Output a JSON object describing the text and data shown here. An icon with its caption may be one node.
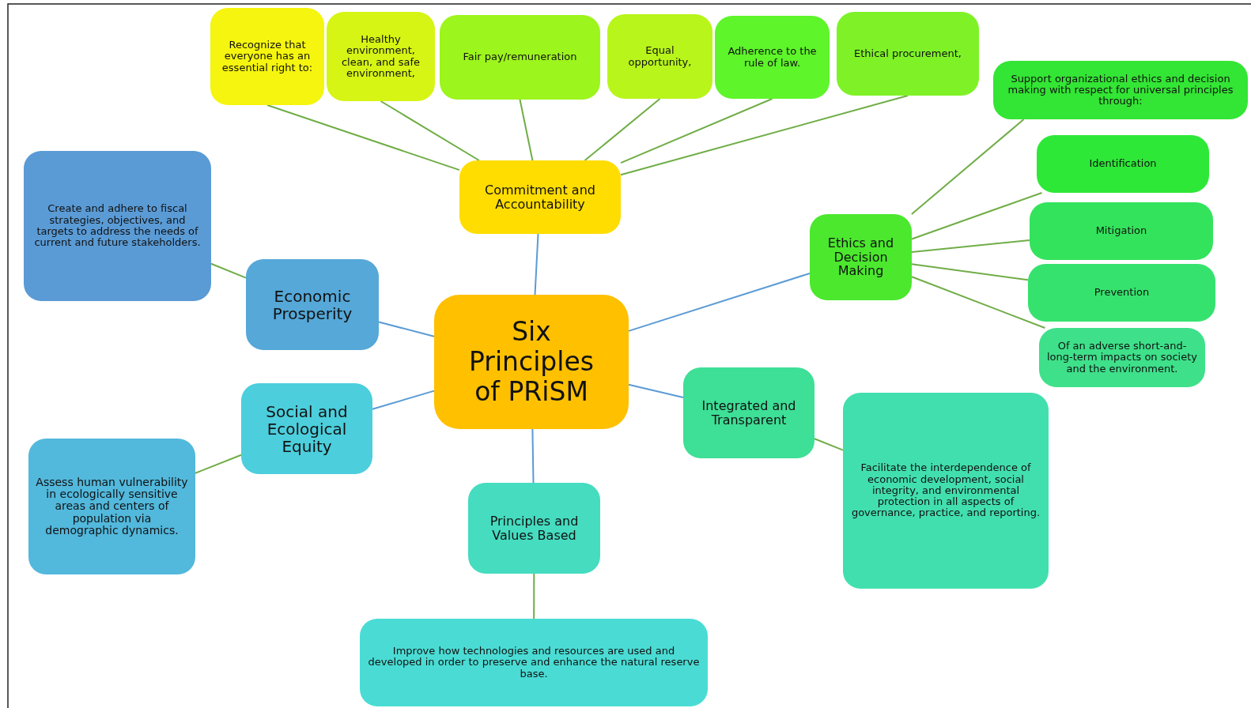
{
  "diagram": {
    "nodes": [
      {
        "text": [
          "Six Principles of PRiSM"
        ]
      },
      {
        "text": [
          "Commitment and Accountability"
        ]
      },
      {
        "text": [
          "Recognize that everyone has an essential right to:"
        ]
      },
      {
        "text": [
          "Healthy environment, clean, and safe environment,"
        ]
      },
      {
        "text": [
          "Fair pay/remuneration"
        ]
      },
      {
        "text": [
          "Equal opportunity,"
        ]
      },
      {
        "text": [
          "Adherence to the rule of law."
        ]
      },
      {
        "text": [
          "Ethical procurement,"
        ]
      },
      {
        "text": [
          "Ethics and Decision Making"
        ]
      },
      {
        "text": [
          "Support organizational ethics and decision making with respect for universal principles through:"
        ]
      },
      {
        "text": [
          "Identification"
        ]
      },
      {
        "text": [
          "Mitigation"
        ]
      },
      {
        "text": [
          "Prevention"
        ]
      },
      {
        "text": [
          "Of an adverse short-and-long-term impacts on society and the environment."
        ]
      },
      {
        "text": [
          "Integrated and Transparent"
        ]
      },
      {
        "text": [
          "Facilitate the interdependence of economic development, social integrity, and environmental protection in all aspects of governance, practice, and reporting."
        ]
      },
      {
        "text": [
          "Principles and Values Based"
        ]
      },
      {
        "text": [
          "Improve how technologies and resources are used and developed in order to preserve and enhance the natural reserve base."
        ]
      },
      {
        "text": [
          "Social and Ecological Equity"
        ]
      },
      {
        "text": [
          "Assess human vulnerability in ecologically sensitive areas and centers of population via demographic dynamics."
        ]
      },
      {
        "text": [
          "Economic Prosperity"
        ]
      },
      {
        "text": [
          "Create and adhere to fiscal strategies, objectives, and targets to address the needs of current and future stakeholders."
        ]
      }
    ],
    "edges": [
      {
        "from": 0,
        "to": 1,
        "arrow": "none",
        "color": "#5b9bd5"
      },
      {
        "from": 0,
        "to": 8,
        "arrow": "none",
        "color": "#5b9bd5"
      },
      {
        "from": 0,
        "to": 14,
        "arrow": "none",
        "color": "#5b9bd5"
      },
      {
        "from": 0,
        "to": 16,
        "arrow": "none",
        "color": "#5b9bd5"
      },
      {
        "from": 0,
        "to": 18,
        "arrow": "none",
        "color": "#5b9bd5"
      },
      {
        "from": 0,
        "to": 20,
        "arrow": "none",
        "color": "#5b9bd5"
      },
      {
        "from": 1,
        "to": 2,
        "arrow": "none"
      },
      {
        "from": 1,
        "to": 3,
        "arrow": "none"
      },
      {
        "from": 1,
        "to": 4,
        "arrow": "none"
      },
      {
        "from": 1,
        "to": 5,
        "arrow": "none"
      },
      {
        "from": 1,
        "to": 6,
        "arrow": "none"
      },
      {
        "from": 1,
        "to": 7,
        "arrow": "none"
      },
      {
        "from": 8,
        "to": 9,
        "arrow": "none"
      },
      {
        "from": 8,
        "to": 10,
        "arrow": "none"
      },
      {
        "from": 8,
        "to": 11,
        "arrow": "none"
      },
      {
        "from": 8,
        "to": 12,
        "arrow": "none"
      },
      {
        "from": 8,
        "to": 13,
        "arrow": "none"
      },
      {
        "from": 14,
        "to": 15,
        "arrow": "none"
      },
      {
        "from": 16,
        "to": 17,
        "arrow": "none"
      },
      {
        "from": 18,
        "to": 19,
        "arrow": "none"
      },
      {
        "from": 20,
        "to": 21,
        "arrow": "none"
      }
    ]
  }
}
